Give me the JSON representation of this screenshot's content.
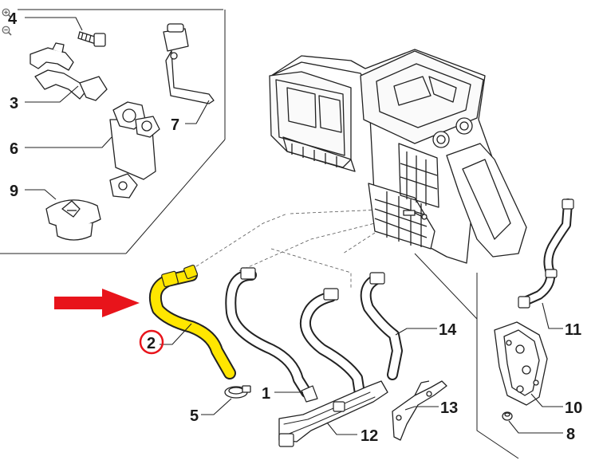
{
  "zoom": {
    "zoom_in_icon": "magnifier-plus-icon",
    "zoom_out_icon": "magnifier-minus-icon"
  },
  "labels": {
    "p1": "1",
    "p2": "2",
    "p3": "3",
    "p4": "4",
    "p5": "5",
    "p6": "6",
    "p7": "7",
    "p8": "8",
    "p9": "9",
    "p10": "10",
    "p11": "11",
    "p12": "12",
    "p13": "13",
    "p14": "14"
  },
  "highlight": {
    "part": "2",
    "hose_color": "#ffe600",
    "arrow_color": "#e8141b",
    "circle_color": "#e8141b"
  }
}
